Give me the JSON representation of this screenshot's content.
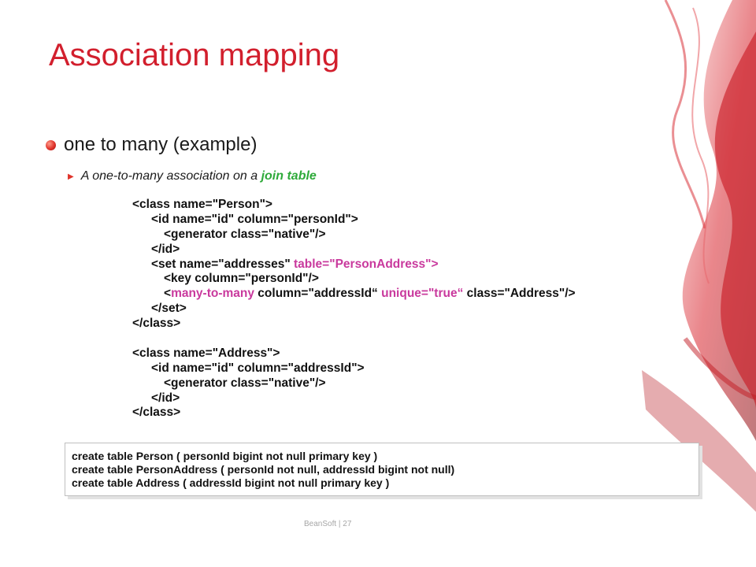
{
  "slide": {
    "title": "Association mapping",
    "bullet1": "one to many (example)",
    "bullet2": {
      "pre": "A one-to-many association on a ",
      "emph": "join table"
    },
    "code": {
      "l1": "<class name=\"Person\">",
      "l2": "<id name=\"id\" column=\"personId\">",
      "l3": "<generator class=\"native\"/>",
      "l4": "</id>",
      "l5a": "<set name=\"addresses\" ",
      "l5b": "table=\"PersonAddress\">",
      "l6": "<key column=\"personId\"/>",
      "l7a": "<",
      "l7b": "many-to-many",
      "l7c": " column=\"addressId“ ",
      "l7d": "unique=\"true“",
      "l7e": " class=\"Address\"/>",
      "l8": "</set>",
      "l9": "</class>",
      "l10": "<class name=\"Address\">",
      "l11": "<id name=\"id\" column=\"addressId\">",
      "l12": "<generator class=\"native\"/>",
      "l13": "</id>",
      "l14": "</class>"
    },
    "sql": [
      "create table Person ( personId bigint not null primary key )",
      "create table PersonAddress ( personId not null, addressId bigint not null)",
      "create table Address ( addressId bigint not null primary key )"
    ],
    "footer": "BeanSoft  |  27"
  },
  "colors": {
    "title": "#d21f2d",
    "join_table": "#2eaa3a",
    "many_to_many": "#c9399d",
    "bullet": "#e0342b"
  }
}
